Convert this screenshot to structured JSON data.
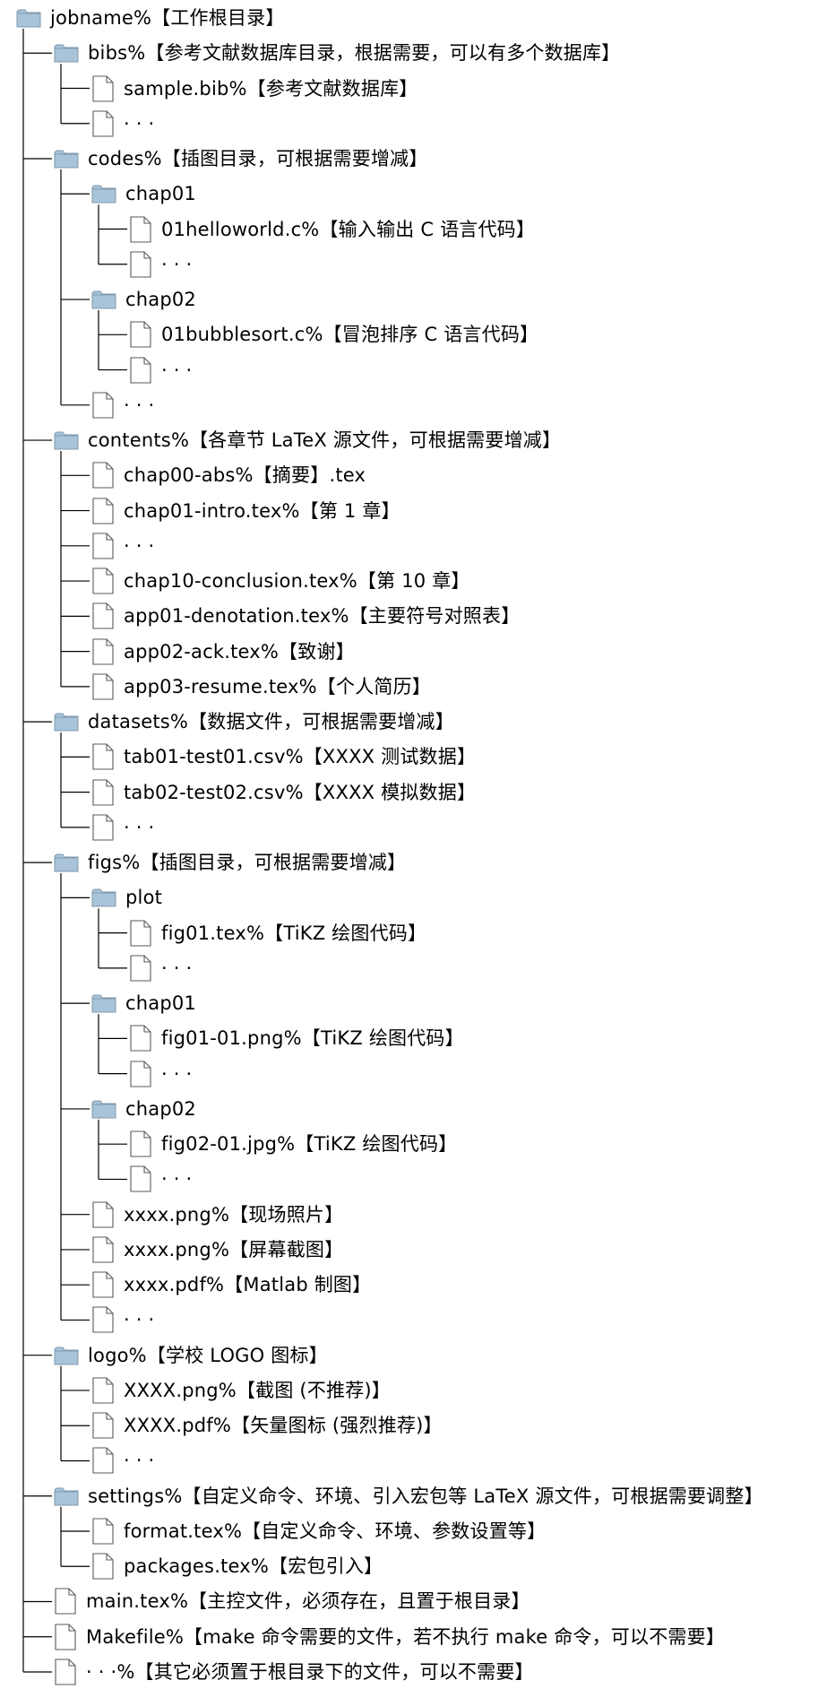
{
  "tree": [
    {
      "type": "folder",
      "label": "jobname%【工作根目录】",
      "depth": 0
    },
    {
      "type": "folder",
      "label": "bibs%【参考文献数据库目录，根据需要，可以有多个数据库】",
      "depth": 1
    },
    {
      "type": "file",
      "label": "sample.bib%【参考文献数据库】",
      "depth": 2
    },
    {
      "type": "file",
      "label": "· · ·",
      "depth": 2
    },
    {
      "type": "folder",
      "label": "codes%【插图目录，可根据需要增减】",
      "depth": 1
    },
    {
      "type": "folder",
      "label": "chap01",
      "depth": 2
    },
    {
      "type": "file",
      "label": "01helloworld.c%【输入输出 C 语言代码】",
      "depth": 3
    },
    {
      "type": "file",
      "label": "· · ·",
      "depth": 3
    },
    {
      "type": "folder",
      "label": "chap02",
      "depth": 2
    },
    {
      "type": "file",
      "label": "01bubblesort.c%【冒泡排序 C 语言代码】",
      "depth": 3
    },
    {
      "type": "file",
      "label": "· · ·",
      "depth": 3
    },
    {
      "type": "file",
      "label": "· · ·",
      "depth": 2
    },
    {
      "type": "folder",
      "label": "contents%【各章节 LaTeX 源文件，可根据需要增减】",
      "depth": 1
    },
    {
      "type": "file",
      "label": "chap00-abs%【摘要】.tex",
      "depth": 2
    },
    {
      "type": "file",
      "label": "chap01-intro.tex%【第 1 章】",
      "depth": 2
    },
    {
      "type": "file",
      "label": "· · ·",
      "depth": 2
    },
    {
      "type": "file",
      "label": "chap10-conclusion.tex%【第 10 章】",
      "depth": 2
    },
    {
      "type": "file",
      "label": "app01-denotation.tex%【主要符号对照表】",
      "depth": 2
    },
    {
      "type": "file",
      "label": "app02-ack.tex%【致谢】",
      "depth": 2
    },
    {
      "type": "file",
      "label": "app03-resume.tex%【个人简历】",
      "depth": 2
    },
    {
      "type": "folder",
      "label": "datasets%【数据文件，可根据需要增减】",
      "depth": 1
    },
    {
      "type": "file",
      "label": "tab01-test01.csv%【XXXX 测试数据】",
      "depth": 2
    },
    {
      "type": "file",
      "label": "tab02-test02.csv%【XXXX 模拟数据】",
      "depth": 2
    },
    {
      "type": "file",
      "label": "· · ·",
      "depth": 2
    },
    {
      "type": "folder",
      "label": "figs%【插图目录，可根据需要增减】",
      "depth": 1
    },
    {
      "type": "folder",
      "label": "plot",
      "depth": 2
    },
    {
      "type": "file",
      "label": "fig01.tex%【TiKZ 绘图代码】",
      "depth": 3
    },
    {
      "type": "file",
      "label": "· · ·",
      "depth": 3
    },
    {
      "type": "folder",
      "label": "chap01",
      "depth": 2
    },
    {
      "type": "file",
      "label": "fig01-01.png%【TiKZ 绘图代码】",
      "depth": 3
    },
    {
      "type": "file",
      "label": "· · ·",
      "depth": 3
    },
    {
      "type": "folder",
      "label": "chap02",
      "depth": 2
    },
    {
      "type": "file",
      "label": "fig02-01.jpg%【TiKZ 绘图代码】",
      "depth": 3
    },
    {
      "type": "file",
      "label": "· · ·",
      "depth": 3
    },
    {
      "type": "file",
      "label": "xxxx.png%【现场照片】",
      "depth": 2
    },
    {
      "type": "file",
      "label": "xxxx.png%【屏幕截图】",
      "depth": 2
    },
    {
      "type": "file",
      "label": "xxxx.pdf%【Matlab 制图】",
      "depth": 2
    },
    {
      "type": "file",
      "label": "· · ·",
      "depth": 2
    },
    {
      "type": "folder",
      "label": "logo%【学校 LOGO 图标】",
      "depth": 1
    },
    {
      "type": "file",
      "label": "XXXX.png%【截图 (不推荐)】",
      "depth": 2
    },
    {
      "type": "file",
      "label": "XXXX.pdf%【矢量图标 (强烈推荐)】",
      "depth": 2
    },
    {
      "type": "file",
      "label": "· · ·",
      "depth": 2
    },
    {
      "type": "folder",
      "label": "settings%【自定义命令、环境、引入宏包等 LaTeX 源文件，可根据需要调整】",
      "depth": 1
    },
    {
      "type": "file",
      "label": "format.tex%【自定义命令、环境、参数设置等】",
      "depth": 2
    },
    {
      "type": "file",
      "label": "packages.tex%【宏包引入】",
      "depth": 2
    },
    {
      "type": "file",
      "label": "main.tex%【主控文件，必须存在，且置于根目录】",
      "depth": 1
    },
    {
      "type": "file",
      "label": "Makefile%【make 命令需要的文件，若不执行 make 命令，可以不需要】",
      "depth": 1
    },
    {
      "type": "file",
      "label": "· · ·%【其它必须置于根目录下的文件，可以不需要】",
      "depth": 1
    }
  ],
  "colors": {
    "folder_fill": "#a9c4d9",
    "folder_stroke": "#7f98ad",
    "file_fill": "#ffffff",
    "file_stroke": "#5a5a5a",
    "line": "#000000"
  }
}
